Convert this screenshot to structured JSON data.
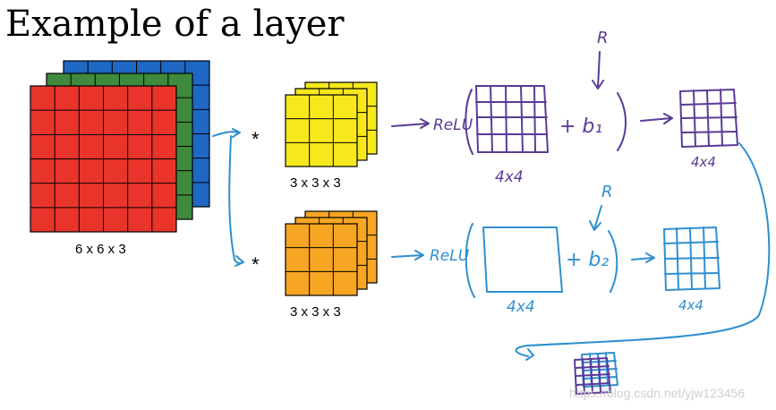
{
  "title": "Example of a layer",
  "input": {
    "label": "6 x 6 x 3",
    "colors": [
      "#e8342b",
      "#3f8a3c",
      "#1f67c4"
    ],
    "grid": 6
  },
  "filters": [
    {
      "label": "3 x 3 x 3",
      "color": "#f6e81d",
      "symbol": "*"
    },
    {
      "label": "3 x 3 x 3",
      "color": "#f6a623",
      "symbol": "*"
    }
  ],
  "annotations": {
    "row1": {
      "relu": "ReLU",
      "bias": "+ b₁",
      "size": "4x4",
      "r_label": "R",
      "out_size": "4x4"
    },
    "row2": {
      "relu": "ReLU",
      "bias": "+ b₂",
      "size": "4x4",
      "r_label": "R",
      "out_size": "4x4"
    }
  },
  "watermark": "https://blog.csdn.net/yjw123456",
  "colors": {
    "purple_ink": "#5b3a96",
    "blue_ink": "#2f8fd0"
  }
}
